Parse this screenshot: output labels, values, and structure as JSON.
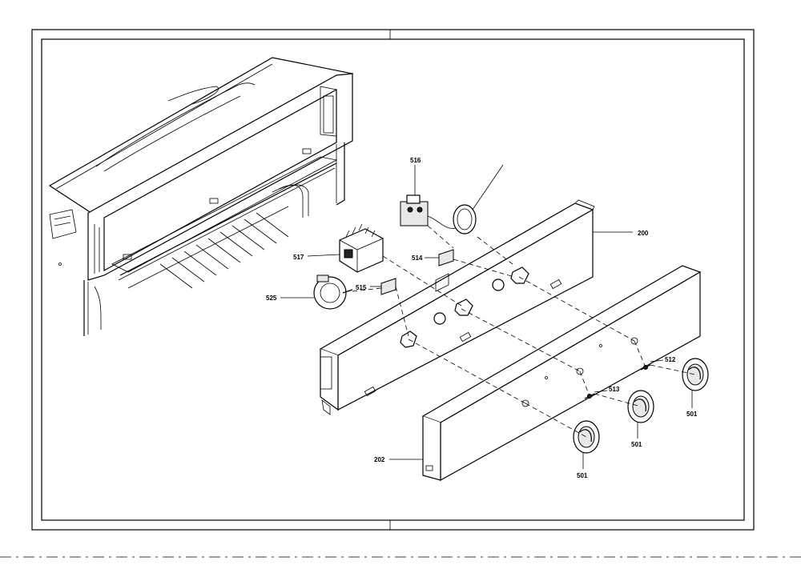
{
  "callouts": {
    "c516": "516",
    "c200": "200",
    "c517": "517",
    "c514": "514",
    "c515": "515",
    "c525": "525",
    "c512": "512",
    "c513": "513",
    "c501a": "501",
    "c501b": "501",
    "c501c": "501",
    "c202": "202"
  },
  "colors": {
    "line": "#000000",
    "paper": "#ffffff",
    "shade": "#e8e8e8"
  }
}
